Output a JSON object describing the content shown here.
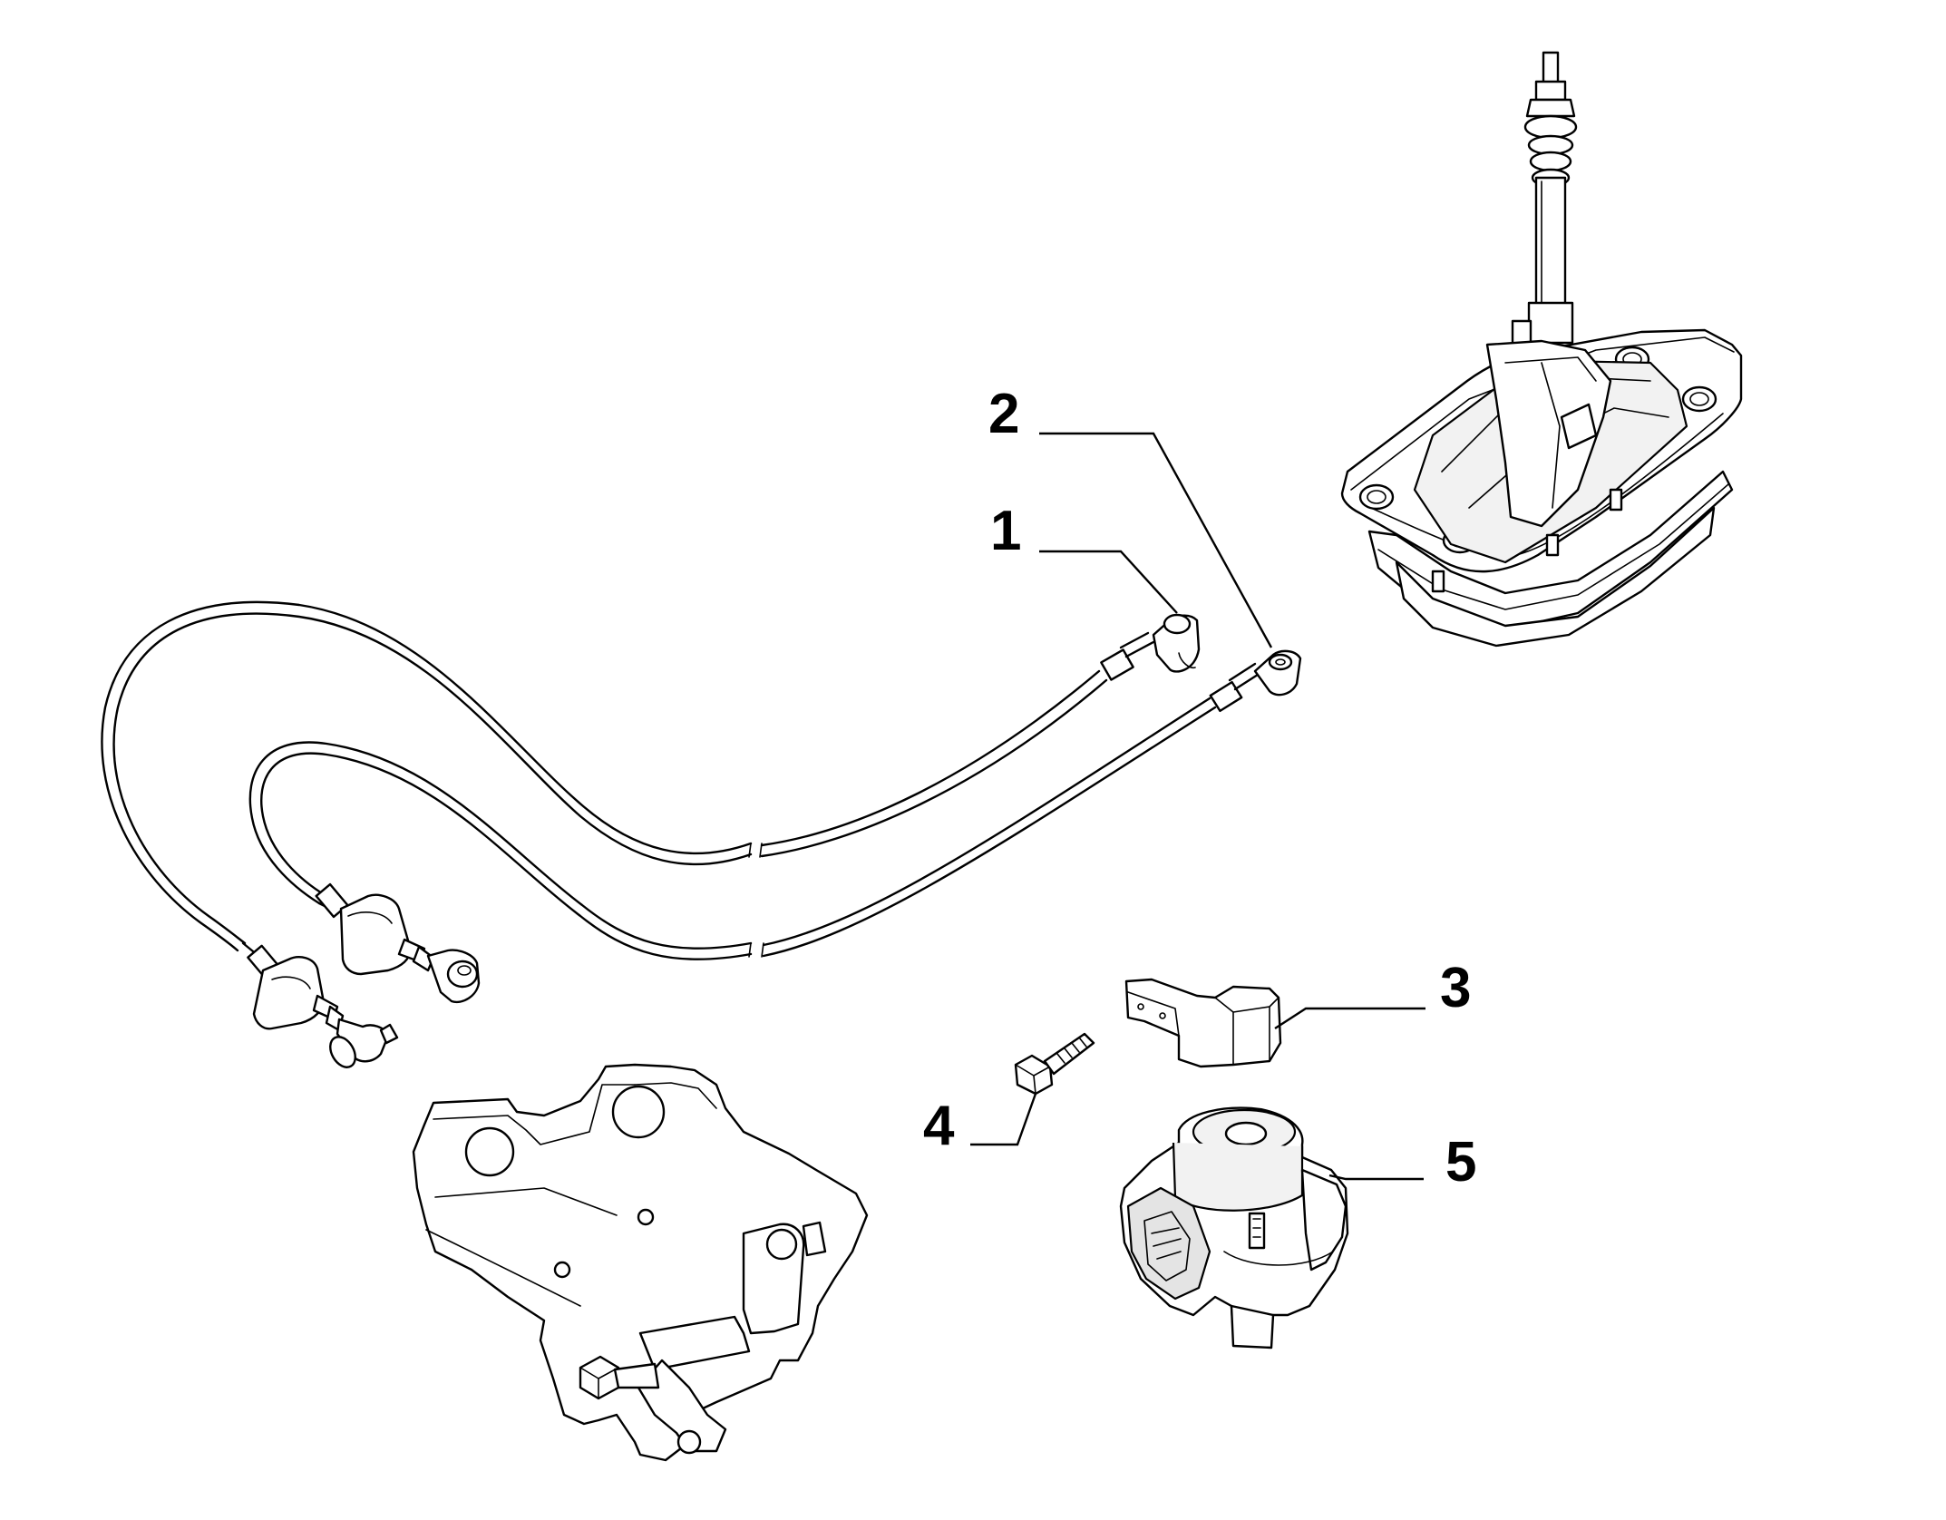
{
  "callouts": [
    {
      "id": "1",
      "label": "1"
    },
    {
      "id": "2",
      "label": "2"
    },
    {
      "id": "3",
      "label": "3"
    },
    {
      "id": "4",
      "label": "4"
    },
    {
      "id": "5",
      "label": "5"
    }
  ],
  "colors": {
    "ink": "#000000",
    "paper": "#ffffff",
    "shade": "#f2f2f2"
  }
}
